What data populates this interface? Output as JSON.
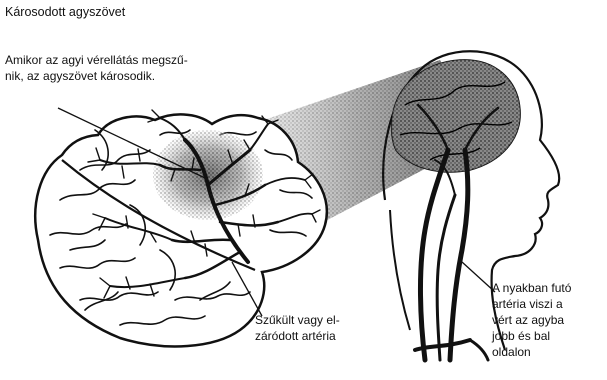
{
  "title": "Károsodott agyszövet",
  "main_caption": [
    "Amikor az agyi vérellátás megszű-",
    "nik, az agyszövet károsodik."
  ],
  "narrowed_label": [
    "Szűkült vagy el-",
    "záródott artéria"
  ],
  "neck_label": [
    "A nyakban futó",
    "artéria viszi a",
    "vért az agyba",
    "jobb és bal",
    "oldalon"
  ],
  "colors": {
    "ink": "#111111",
    "paper": "#ffffff",
    "shade": "#555555"
  }
}
